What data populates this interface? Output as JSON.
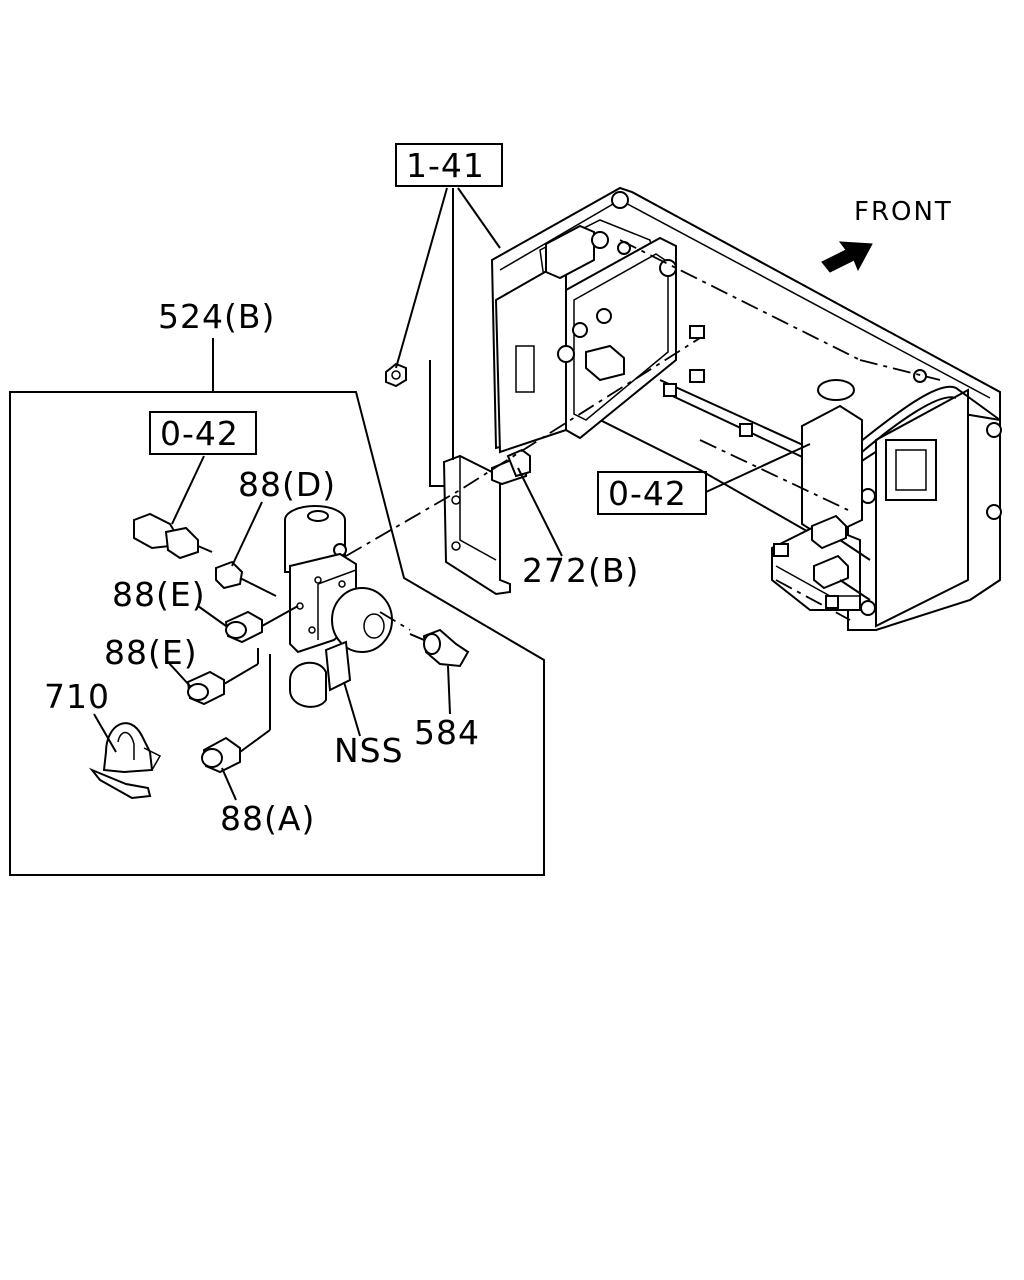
{
  "labels": {
    "ref_1_41": "1-41",
    "ref_0_42_left": "0-42",
    "ref_0_42_right": "0-42",
    "front": "FRONT",
    "part_524b": "524(B)",
    "part_88d": "88(D)",
    "part_88e_top": "88(E)",
    "part_88e_bottom": "88(E)",
    "part_710": "710",
    "part_88a": "88(A)",
    "part_nss": "NSS",
    "part_584": "584",
    "part_272b": "272(B)"
  },
  "colors": {
    "ink": "#000000",
    "paper": "#ffffff"
  }
}
